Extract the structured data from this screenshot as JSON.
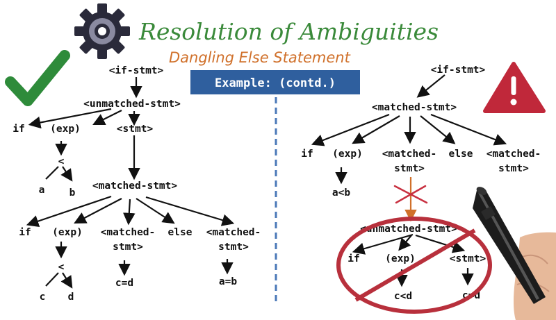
{
  "title": "Resolution of Ambiguities",
  "subtitle": "Dangling Else Statement",
  "banner": "Example: (contd.)",
  "colors": {
    "title": "#3a8a3a",
    "subtitle": "#d0702a",
    "banner": "#2f5f9e",
    "check": "#2e8b3a",
    "warning": "#c0283a",
    "divider": "#4a78b8",
    "prohibition": "#b8303c",
    "cross": "#c83040",
    "orange_arrow": "#d0702a"
  },
  "icons": [
    "gear-icon",
    "checkmark-icon",
    "warning-icon",
    "pen-hand-illustration"
  ],
  "left_tree": {
    "root": "<if-stmt>",
    "unmatched": "<unmatched-stmt>",
    "if": "if",
    "exp": "(exp)",
    "lt": "<",
    "a": "a",
    "b": "b",
    "stmt": "<stmt>",
    "matched": "<matched-stmt>",
    "if2": "if",
    "exp2": "(exp)",
    "lt2": "<",
    "c": "c",
    "d": "d",
    "matched_child_1": "<matched-",
    "matched_child_2": "stmt>",
    "else": "else",
    "matched_right_1": "<matched-",
    "matched_right_2": "stmt>",
    "cd": "c=d",
    "ab": "a=b"
  },
  "right_tree": {
    "root": "<if-stmt>",
    "matched": "<matched-stmt>",
    "if": "if",
    "exp": "(exp)",
    "matched_child_1": "<matched-",
    "matched_child_2": "stmt>",
    "else": "else",
    "matched_right_1": "<matched-",
    "matched_right_2": "stmt>",
    "altb": "a<b",
    "unmatched": "<unmatched-stmt>",
    "if2": "if",
    "exp2": "(exp)",
    "stmt": "<stmt>",
    "cltd": "c<d",
    "ceqd": "c=d"
  }
}
